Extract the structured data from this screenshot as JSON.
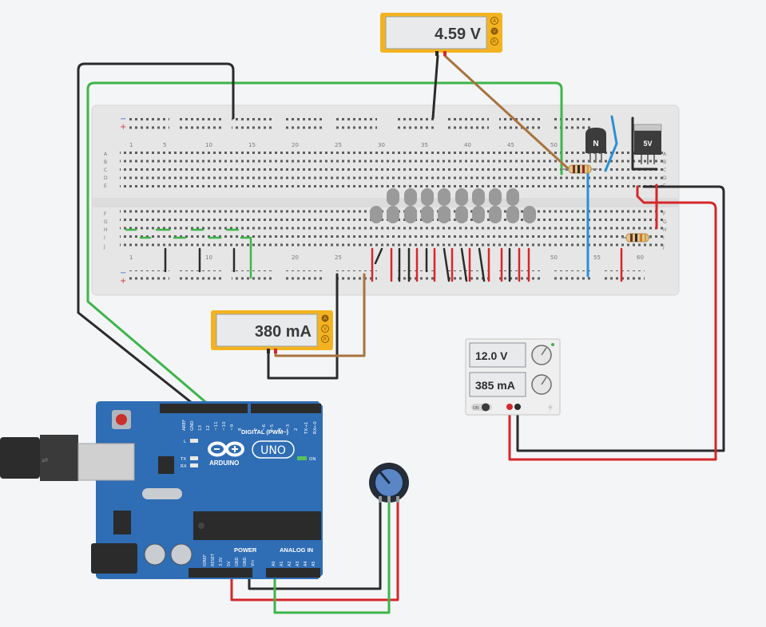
{
  "voltmeter": {
    "reading": "4.59 V",
    "modes": [
      "A",
      "V",
      "R"
    ]
  },
  "ammeter": {
    "reading": "380 mA",
    "modes": [
      "A",
      "V",
      "R"
    ]
  },
  "power_supply": {
    "voltage": "12.0 V",
    "current": "385 mA",
    "switch_label": "ON"
  },
  "breadboard": {
    "rail_minus": "−",
    "rail_plus": "+",
    "row_letters_top": [
      "A",
      "B",
      "C",
      "D",
      "E"
    ],
    "row_letters_bottom": [
      "F",
      "G",
      "H",
      "I",
      "J"
    ],
    "column_numbers": [
      "1",
      "5",
      "10",
      "15",
      "20",
      "25",
      "30",
      "35",
      "40",
      "45",
      "50",
      "55",
      "60"
    ]
  },
  "transistor": {
    "label": "N"
  },
  "regulator": {
    "label": "5V"
  },
  "arduino": {
    "brand": "ARDUINO",
    "model": "UNO",
    "digital_label": "DIGITAL (PWM~)",
    "power_label": "POWER",
    "analog_label": "ANALOG IN",
    "on_label": "ON",
    "led_labels": [
      "L",
      "TX",
      "RX"
    ],
    "digital_pins": [
      "AREF",
      "GND",
      "13",
      "12",
      "~11",
      "~10",
      "~9",
      "8",
      "7",
      "~6",
      "~5",
      "4",
      "~3",
      "2",
      "TX→1",
      "RX←0"
    ],
    "power_pins": [
      "IOREF",
      "RESET",
      "3.3V",
      "5V",
      "GND",
      "GND",
      "Vin"
    ],
    "analog_pins": [
      "A0",
      "A1",
      "A2",
      "A3",
      "A4",
      "A5"
    ]
  },
  "colors": {
    "meter_frame": "#f3b321",
    "breadboard": "#e7e7e7",
    "arduino_board": "#2f6db5",
    "wire_red": "#d5272b",
    "wire_black": "#2b2b2b",
    "wire_green": "#3db54a",
    "wire_blue": "#2b8fd6",
    "wire_brown": "#a8733f",
    "led_gray": "#9a9a9a"
  },
  "icons": [
    "usb-plug-icon",
    "dc-jack-icon",
    "infinity-logo-icon",
    "potentiometer-knob-icon",
    "lightning-icon"
  ]
}
